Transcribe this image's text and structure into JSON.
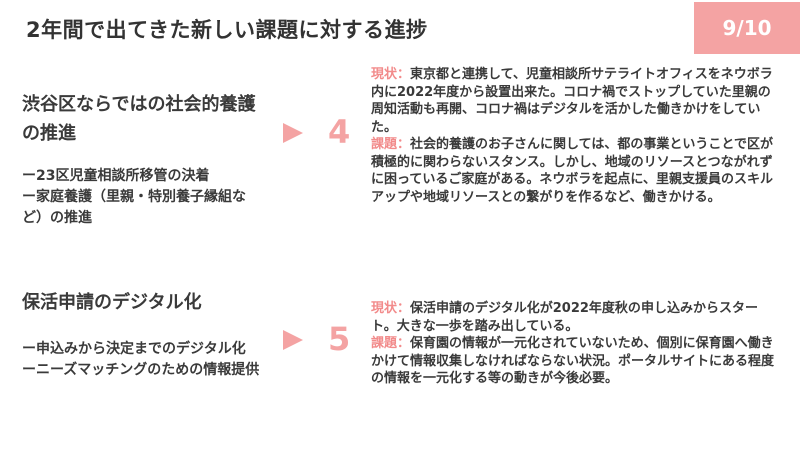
{
  "header": {
    "title": "2年間で出てきた新しい課題に対する進捗",
    "page_indicator": "9/10"
  },
  "items": [
    {
      "title": "渋谷区ならではの社会的養護の推進",
      "points": [
        "ー23区児童相談所移管の決着",
        "ー家庭養護（里親・特別養子縁組など）の推進"
      ],
      "score": "4",
      "status_label": "現状：",
      "status_text": "東京都と連携して、児童相談所サテライトオフィスをネウボラ内に2022年度から設置出来た。コロナ禍でストップしていた里親の周知活動も再開、コロナ禍はデジタルを活かした働きかけをしていた。",
      "issue_label": "課題：",
      "issue_text": "社会的養護のお子さんに関しては、都の事業ということで区が積極的に関わらないスタンス。しかし、地域のリソースとつながれずに困っているご家庭がある。ネウボラを起点に、里親支援員のスキルアップや地域リソースとの繋がりを作るなど、働きかける。"
    },
    {
      "title": "保活申請のデジタル化",
      "points": [
        "ー申込みから決定までのデジタル化",
        "ーニーズマッチングのための情報提供"
      ],
      "score": "5",
      "status_label": "現状：",
      "status_text": "保活申請のデジタル化が2022年度秋の申し込みからスタート。大きな一歩を踏み出している。",
      "issue_label": "課題：",
      "issue_text": "保育園の情報が一元化されていないため、個別に保育園へ働きかけて情報収集しなければならない状況。ポータルサイトにある程度の情報を一元化する等の動きが今後必要。"
    }
  ],
  "colors": {
    "accent": "#f4a3a3",
    "label": "#f28b8b",
    "text": "#3a3a3a"
  }
}
